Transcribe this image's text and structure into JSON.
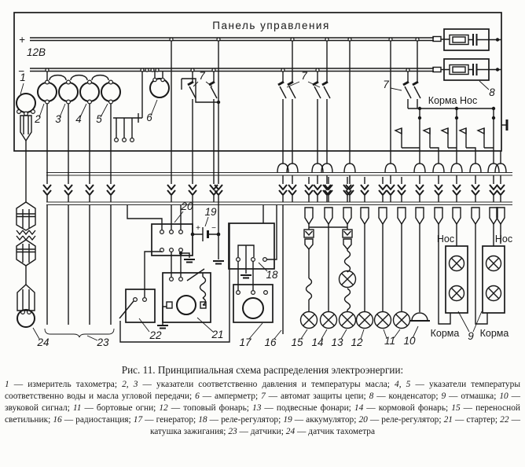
{
  "colors": {
    "ink": "#191919",
    "paper": "#fcfcfa"
  },
  "diagram": {
    "panel_title": "Панель управления",
    "voltage": "12В",
    "bus_plus": "+",
    "bus_minus": "−",
    "korma_nos": "Корма Нос",
    "nos_left": "Нос",
    "nos_right": "Нос",
    "korma_left": "Корма",
    "korma_right": "Корма",
    "battery_plus": "+",
    "battery_minus": "−",
    "labels": {
      "n1": "1",
      "n2": "2",
      "n3": "3",
      "n4": "4",
      "n5": "5",
      "n6": "6",
      "n7": "7",
      "n8": "8",
      "n9": "9",
      "n10": "10",
      "n11": "11",
      "n12": "12",
      "n13": "13",
      "n14": "14",
      "n15": "15",
      "n16": "16",
      "n17": "17",
      "n18": "18",
      "n19": "19",
      "n20": "20",
      "n21": "21",
      "n22": "22",
      "n23": "23",
      "n24": "24"
    }
  },
  "caption": {
    "title": "Рис. 11. Принципиальная схема распределения электроэнергии:",
    "dash": "—",
    "separator": "; ",
    "legend": [
      {
        "n": "1",
        "t": "измеритель тахометра"
      },
      {
        "n": "2, 3",
        "t": "указатели соответственно давления и температуры масла"
      },
      {
        "n": "4, 5",
        "t": "указатели температуры соответственно воды и масла угловой передачи"
      },
      {
        "n": "6",
        "t": "амперметр"
      },
      {
        "n": "7",
        "t": "автомат защиты цепи"
      },
      {
        "n": "8",
        "t": "конденсатор"
      },
      {
        "n": "9",
        "t": "отмашка"
      },
      {
        "n": "10",
        "t": "звуковой сигнал"
      },
      {
        "n": "11",
        "t": "бортовые огни"
      },
      {
        "n": "12",
        "t": "топовый фонарь"
      },
      {
        "n": "13",
        "t": "подвесные фонари"
      },
      {
        "n": "14",
        "t": "кормовой фонарь"
      },
      {
        "n": "15",
        "t": "переносной светильник"
      },
      {
        "n": "16",
        "t": "радиостанция"
      },
      {
        "n": "17",
        "t": "генератор"
      },
      {
        "n": "18",
        "t": "реле-регулятор"
      },
      {
        "n": "19",
        "t": "аккумулятор"
      },
      {
        "n": "20",
        "t": "реле-регулятор"
      },
      {
        "n": "21",
        "t": "стартер"
      },
      {
        "n": "22",
        "t": "катушка зажигания"
      },
      {
        "n": "23",
        "t": "датчики"
      },
      {
        "n": "24",
        "t": "датчик тахометра"
      }
    ]
  }
}
